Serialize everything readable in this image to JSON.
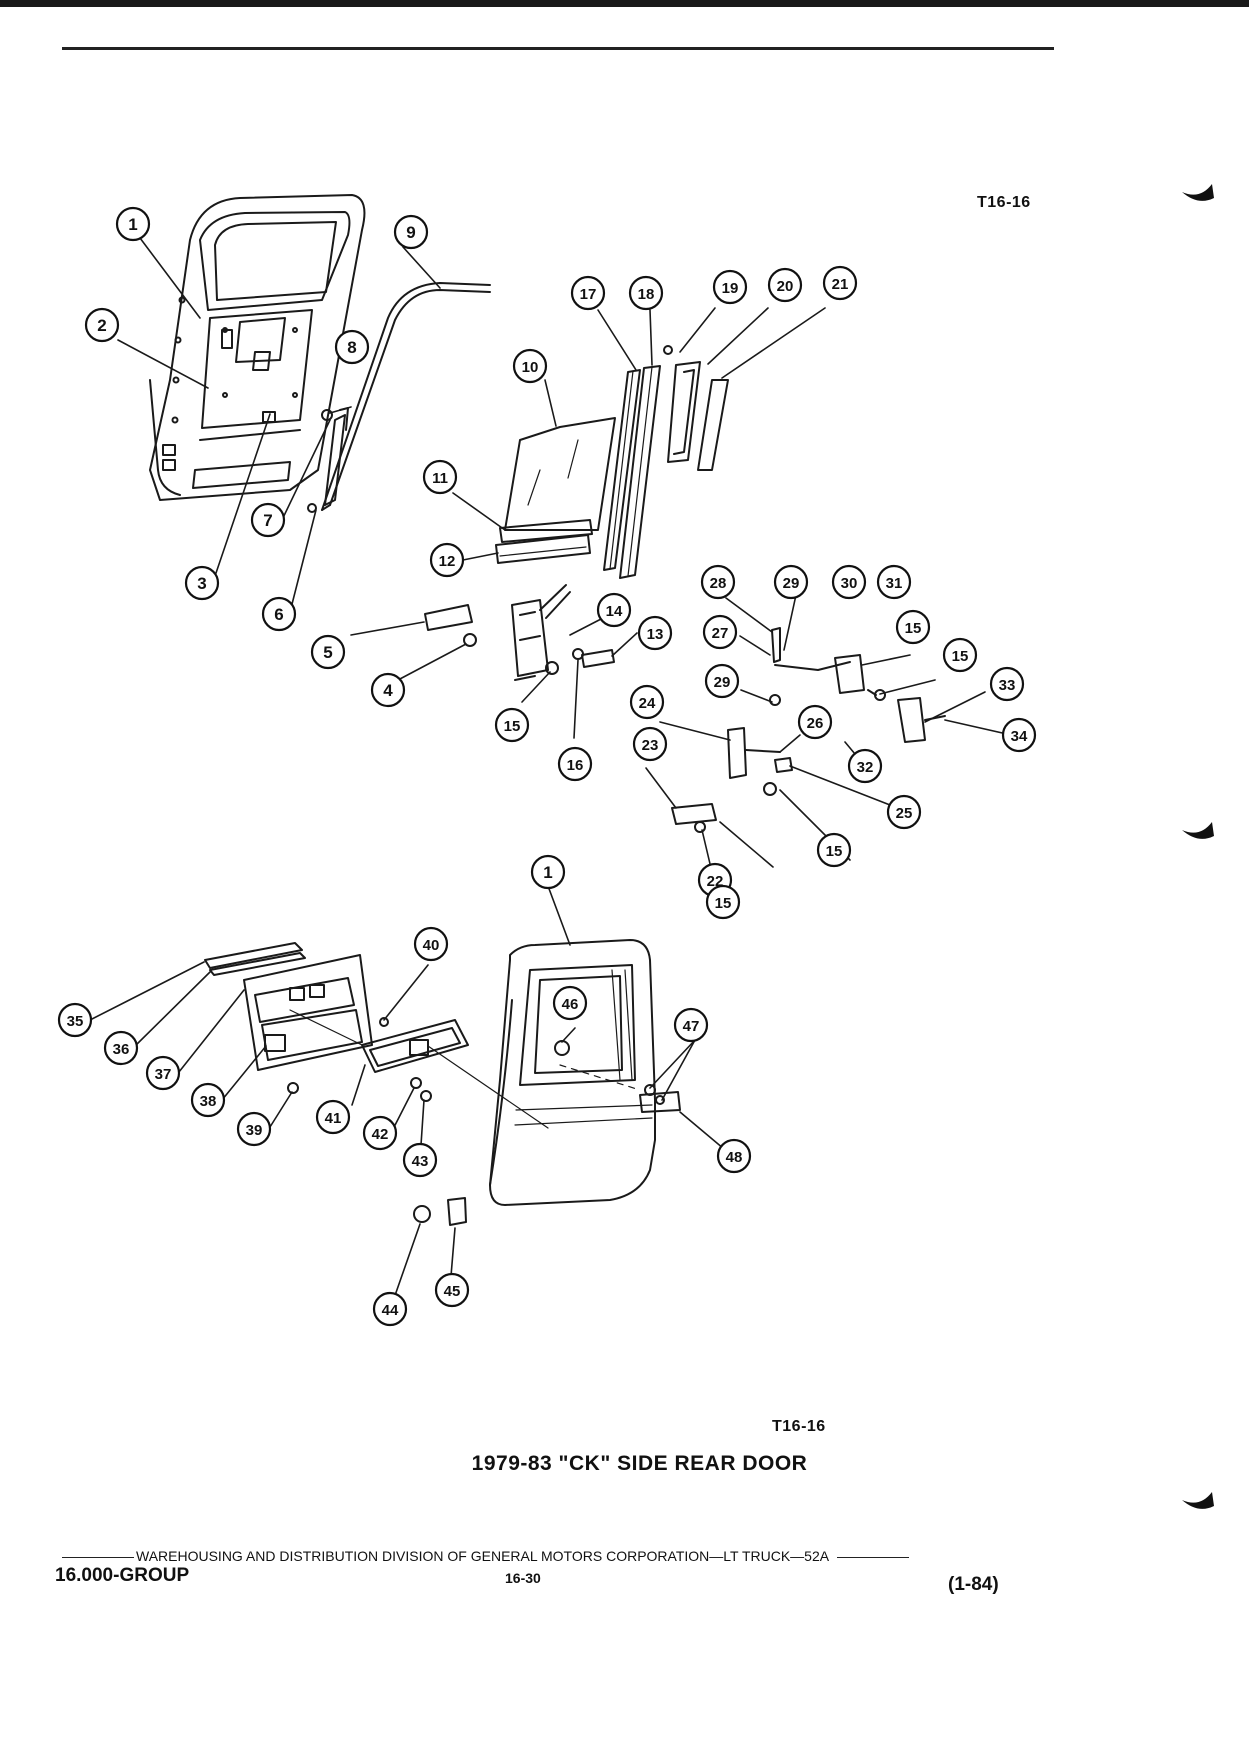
{
  "page": {
    "ref_code_top": "T16-16",
    "ref_code_bottom": "T16-16",
    "title": "1979-83 \"CK\" SIDE REAR DOOR",
    "footer_text": "WAREHOUSING AND DISTRIBUTION  DIVISION OF GENERAL MOTORS CORPORATION—LT TRUCK—52A",
    "footer_group": "16.000-GROUP",
    "footer_page": "16-30",
    "footer_date": "(1-84)"
  },
  "callouts": [
    "1",
    "2",
    "9",
    "8",
    "3",
    "7",
    "6",
    "10",
    "11",
    "12",
    "17",
    "18",
    "19",
    "20",
    "21",
    "14",
    "13",
    "5",
    "4",
    "15",
    "16",
    "28",
    "29",
    "30",
    "31",
    "27",
    "15",
    "29",
    "15",
    "33",
    "34",
    "24",
    "26",
    "23",
    "25",
    "32",
    "15",
    "22",
    "15",
    "1",
    "40",
    "46",
    "47",
    "35",
    "36",
    "37",
    "38",
    "39",
    "41",
    "42",
    "43",
    "48",
    "44",
    "45"
  ]
}
